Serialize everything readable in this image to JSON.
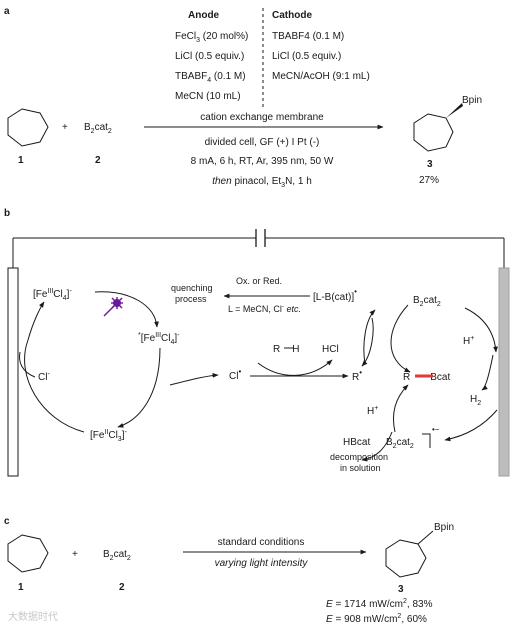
{
  "panel_a": {
    "label": "a",
    "anode": {
      "title": "Anode",
      "lines": [
        {
          "pre": "FeCl",
          "sub": "3",
          "post": " (20 mol%)"
        },
        {
          "pre": "LiCl (0.5 equiv.)",
          "sub": "",
          "post": ""
        },
        {
          "pre": "TBABF",
          "sub": "4",
          "post": " (0.1 M)"
        },
        {
          "pre": "MeCN (10 mL)",
          "sub": "",
          "post": ""
        }
      ]
    },
    "cathode": {
      "title": "Cathode",
      "lines": [
        "TBABF4 (0.1 M)",
        "LiCl (0.5 equiv.)",
        "MeCN/AcOH (9:1 mL)"
      ]
    },
    "reagent_plus": "+",
    "reagent": {
      "pre": "B",
      "sub": "2",
      "post": "cat",
      "sub2": "2"
    },
    "conditions": [
      "cation exchange membrane",
      "divided cell, GF (+) I Pt (-)",
      "8 mA, 6 h, RT, Ar, 395 nm, 50 W"
    ],
    "workup_italic": "then",
    "workup_rest_a": " pinacol, Et",
    "workup_sub": "3",
    "workup_rest_b": "N, 1 h",
    "product_label": "Bpin",
    "compound_numbers": [
      "1",
      "2",
      "3"
    ],
    "yield": "27%"
  },
  "panel_b": {
    "label": "b",
    "fe3": "[Fe",
    "fe3_sup": "III",
    "fe3_cl": "Cl",
    "fe3_cl_sub": "4",
    "fe3_charge": "-",
    "excited_star": "*",
    "fe2": "[Fe",
    "fe2_sup": "II",
    "fe2_cl": "Cl",
    "fe2_cl_sub": "3",
    "cl_minus": "Cl",
    "cl_minus_charge": "-",
    "cl_radical": "Cl",
    "cl_radical_dot": "•",
    "rh": "R",
    "rh_h": "H",
    "hcl": "HCl",
    "r_radical": "R",
    "r_dot": "•",
    "quenching": [
      "quenching",
      "process"
    ],
    "ox_red": "Ox. or Red.",
    "ligand_def": "L = MeCN, Cl",
    "ligand_def_sup": "-",
    "ligand_def_etc": " etc.",
    "lbcat": "[L-B(cat)]",
    "lbcat_dot": "•",
    "b2cat2_top": {
      "pre": "B",
      "sub": "2",
      "post": "cat",
      "sub2": "2"
    },
    "rbcat_r": "R",
    "rbcat_b": "Bcat",
    "h_plus_right": "H",
    "h2": "H",
    "h2_sub": "2",
    "b2cat2_anion": {
      "pre": "B",
      "sub": "2",
      "post": "cat",
      "sub2": "2",
      "charge": "•−"
    },
    "h_plus_mid": "H",
    "hbcat": "HBcat",
    "decomposition": [
      "decomposition",
      "in solution"
    ]
  },
  "panel_c": {
    "label": "c",
    "reagent_plus": "+",
    "reagent": {
      "pre": "B",
      "sub": "2",
      "post": "cat",
      "sub2": "2"
    },
    "conditions": [
      "standard conditions",
      "varying light intensity"
    ],
    "product_label": "Bpin",
    "compound_numbers": [
      "1",
      "2",
      "3"
    ],
    "results": [
      {
        "e": "E",
        "val": " = 1714 mW/cm",
        "sup": "2",
        "yield": ", 83%"
      },
      {
        "e": "E",
        "val": " = 908 mW/cm",
        "sup": "2",
        "yield": ", 60%"
      }
    ]
  },
  "watermark": "大数据时代"
}
